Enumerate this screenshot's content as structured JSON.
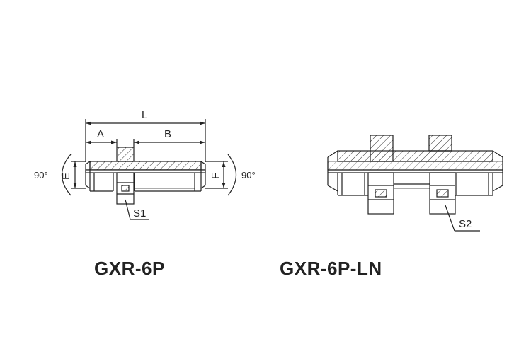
{
  "left_drawing": {
    "title": "GXR-6P",
    "dim_L": "L",
    "dim_A": "A",
    "dim_B": "B",
    "dim_E": "E",
    "dim_F": "F",
    "angle_left": "90°",
    "angle_right": "90°",
    "callout": "S1"
  },
  "right_drawing": {
    "title": "GXR-6P-LN",
    "callout": "S2"
  },
  "colors": {
    "line": "#222222",
    "hatch": "#333333"
  }
}
